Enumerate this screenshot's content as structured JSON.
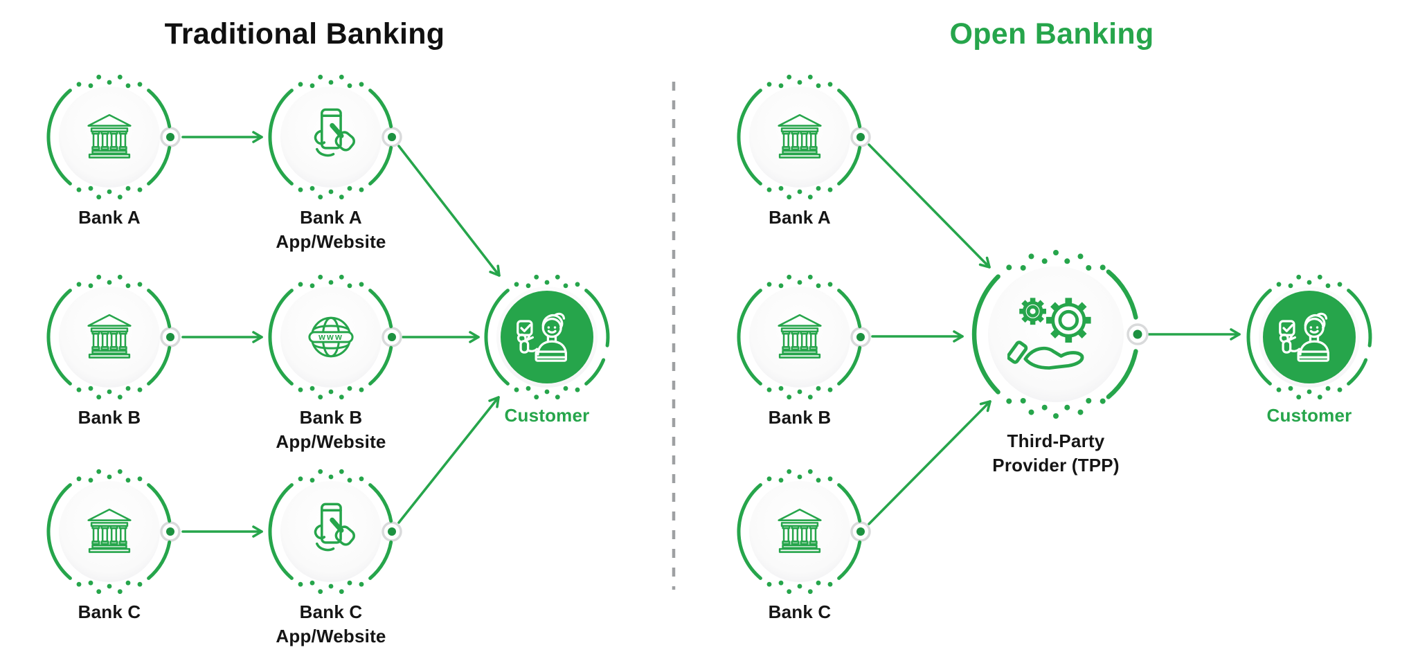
{
  "left": {
    "title": "Traditional Banking",
    "bank_a": "Bank A",
    "bank_b": "Bank B",
    "bank_c": "Bank C",
    "app_a_line1": "Bank A",
    "app_a_line2": "App/Website",
    "app_b_line1": "Bank B",
    "app_b_line2": "App/Website",
    "app_c_line1": "Bank C",
    "app_c_line2": "App/Website",
    "customer": "Customer"
  },
  "right": {
    "title": "Open Banking",
    "bank_a": "Bank A",
    "bank_b": "Bank B",
    "bank_c": "Bank C",
    "tpp_line1": "Third-Party",
    "tpp_line2": "Provider (TPP)",
    "customer": "Customer"
  },
  "globe_label": "www",
  "icons": {
    "bank": "classical-bank-building-icon",
    "app": "hand-tapping-smartphone-icon",
    "website": "www-globe-icon",
    "tpp": "hand-holding-gears-icon",
    "customer": "person-thumbs-up-icon"
  },
  "colors": {
    "green": "#26A54B",
    "text": "#151515",
    "divider": "#9EA0A2",
    "background": "#FFFFFF"
  }
}
